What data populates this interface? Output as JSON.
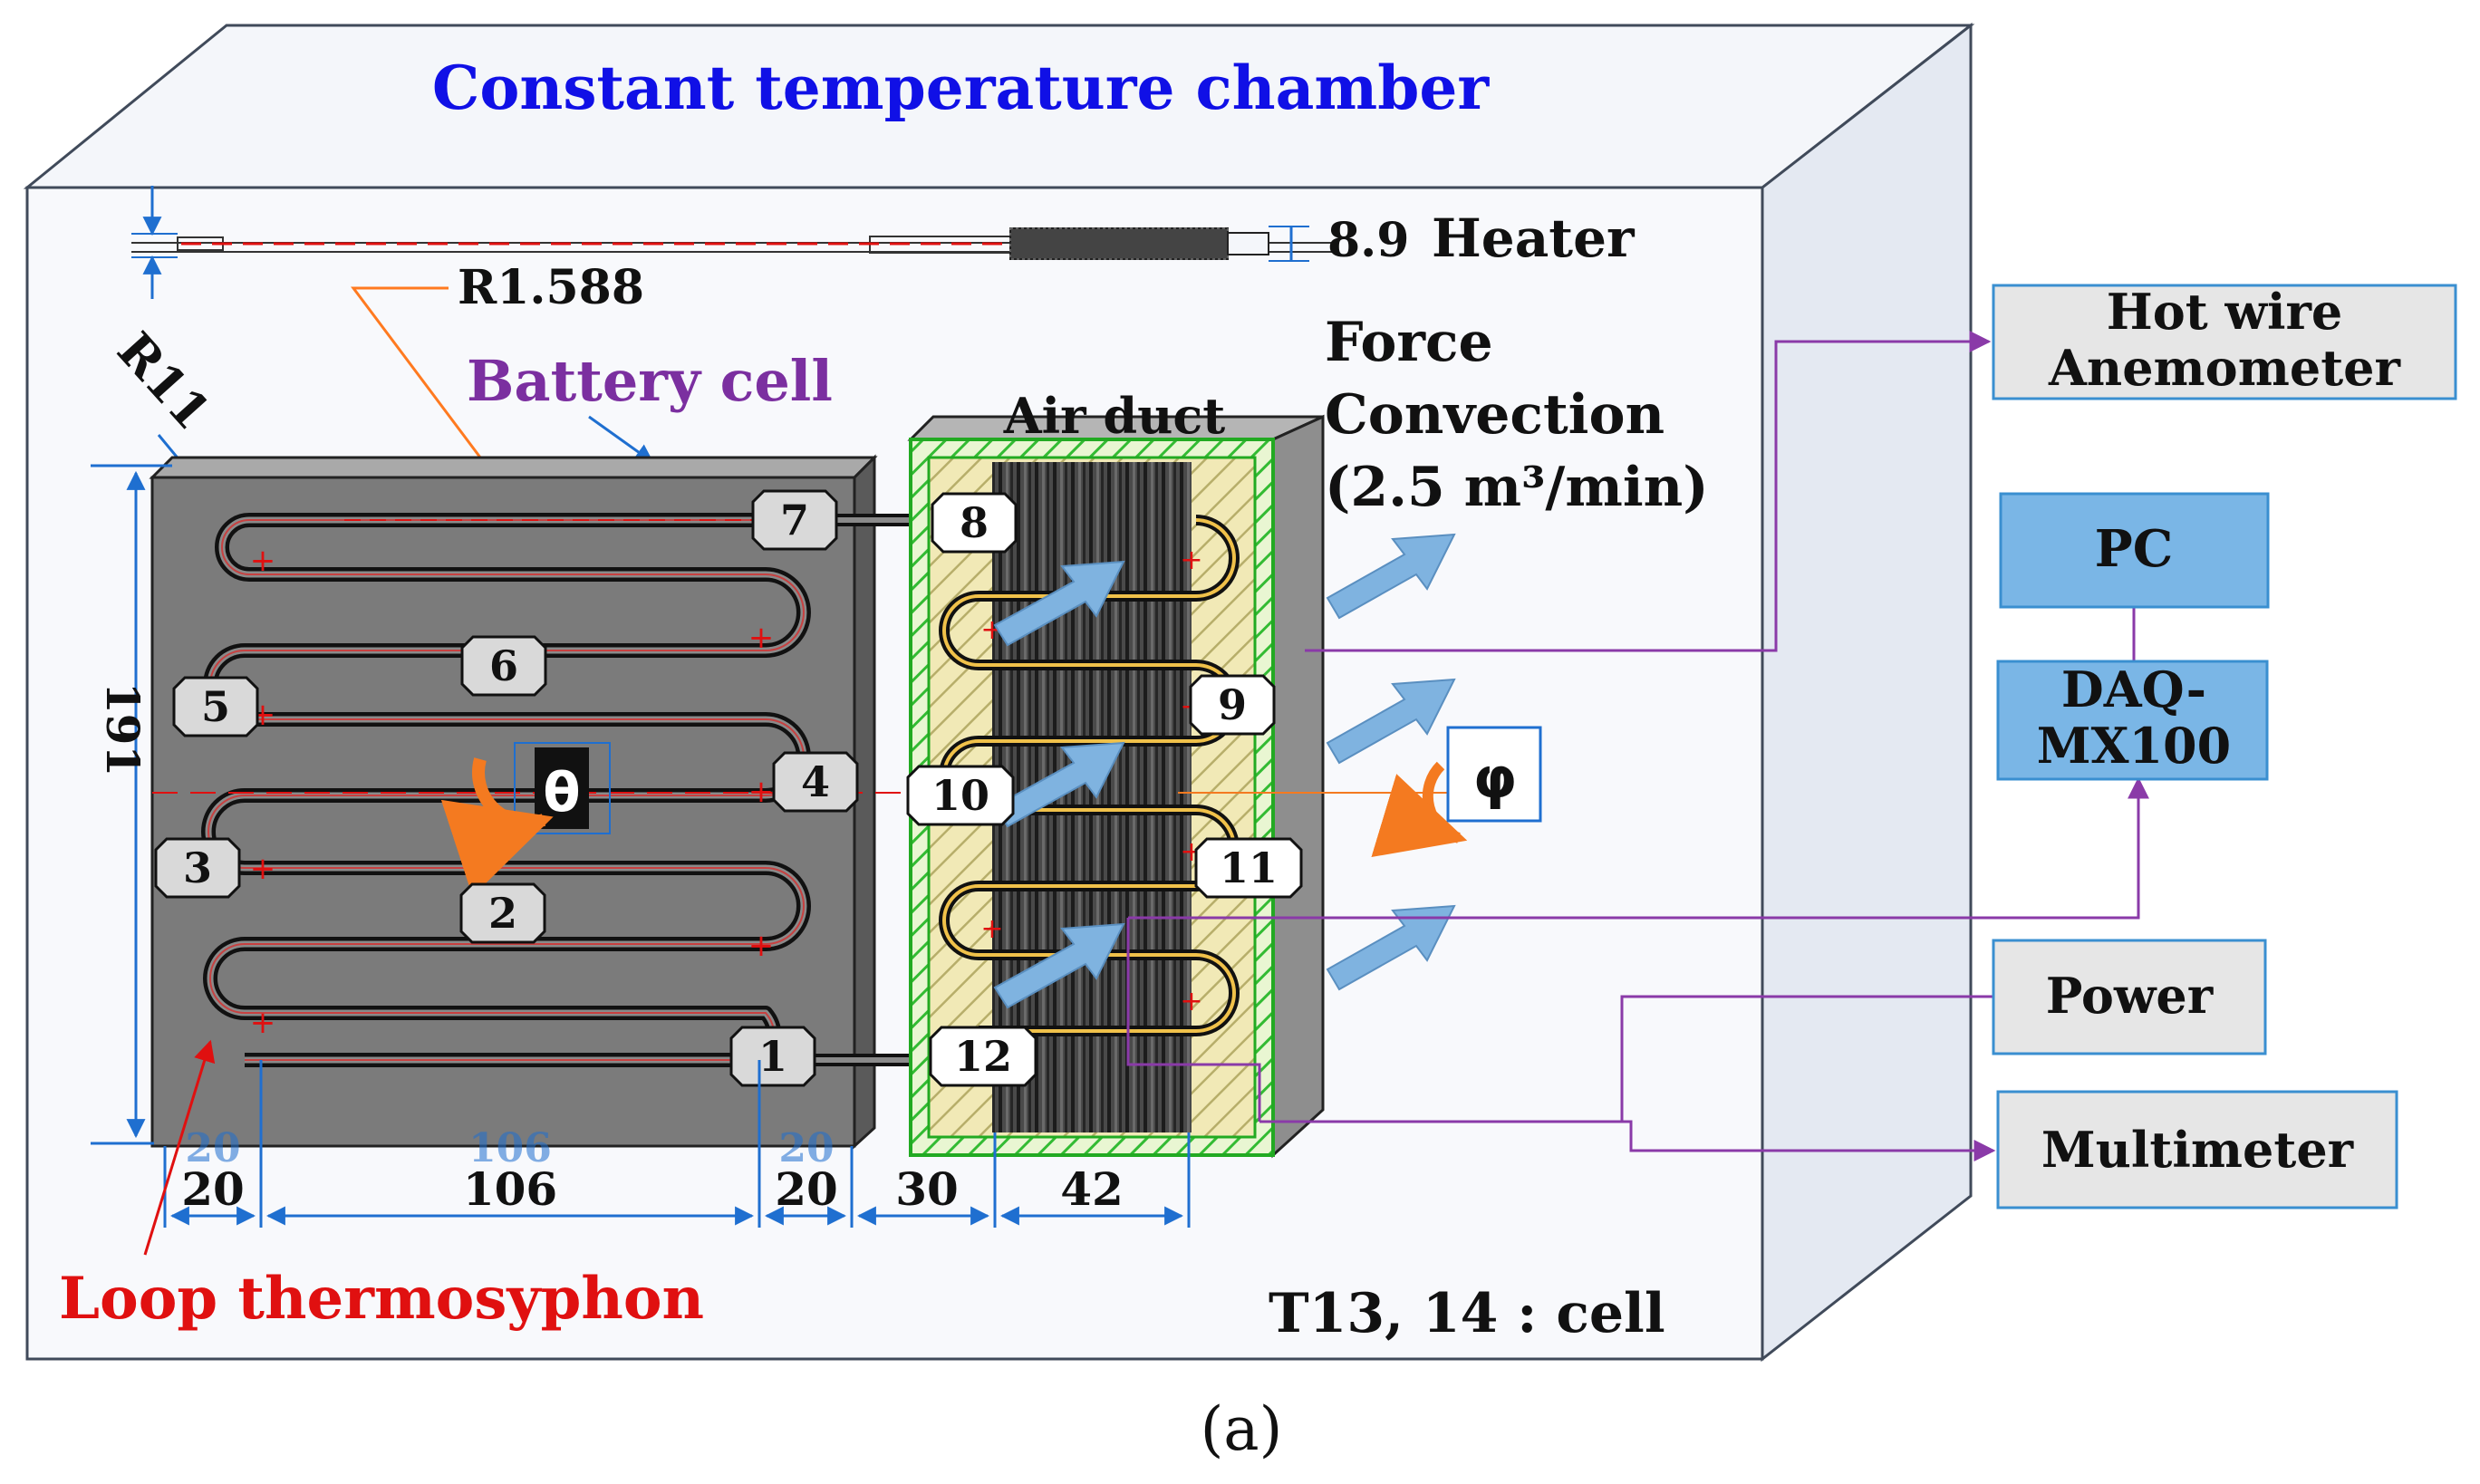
{
  "chamber": {
    "title": "Constant temperature chamber",
    "footnote": "T13, 14 : cell"
  },
  "heater": {
    "dimension": "8.9",
    "label": "Heater"
  },
  "pipe_radius_label": "R1.588",
  "bend_radius_label": "R11",
  "battery_label": "Battery cell",
  "loop_label": "Loop thermosyphon",
  "air_duct_label": "Air duct",
  "convection": {
    "line1": "Force",
    "line2": "Convection",
    "line3": "(2.5 m³/min)"
  },
  "theta_symbol": "θ",
  "phi_symbol": "φ",
  "height_dim": "191",
  "bottom_dims": [
    "20",
    "106",
    "20",
    "30",
    "42"
  ],
  "hidden_dims": [
    "20",
    "106",
    "20"
  ],
  "sensors": [
    "1",
    "2",
    "3",
    "4",
    "5",
    "6",
    "7",
    "8",
    "9",
    "10",
    "11",
    "12"
  ],
  "instruments": {
    "hot_wire_line1": "Hot wire",
    "hot_wire_line2": "Anemometer",
    "pc": "PC",
    "daq_line1": "DAQ-",
    "daq_line2": "MX100",
    "power": "Power",
    "multimeter": "Multimeter"
  },
  "caption": "(a)",
  "colors": {
    "title_blue": "#1010e6",
    "battery_purple": "#7b2fa0",
    "loop_red": "#e01010",
    "battery_gray": "#7b7b7b",
    "dim_blue": "#1f6fd0",
    "arrow_blue": "#7fb3e0",
    "rotation_orange": "#f08020",
    "connector_purple": "#8a3aa8",
    "instrument_gray": "#e6e6e6",
    "pc_blue": "#7ab6e6"
  }
}
